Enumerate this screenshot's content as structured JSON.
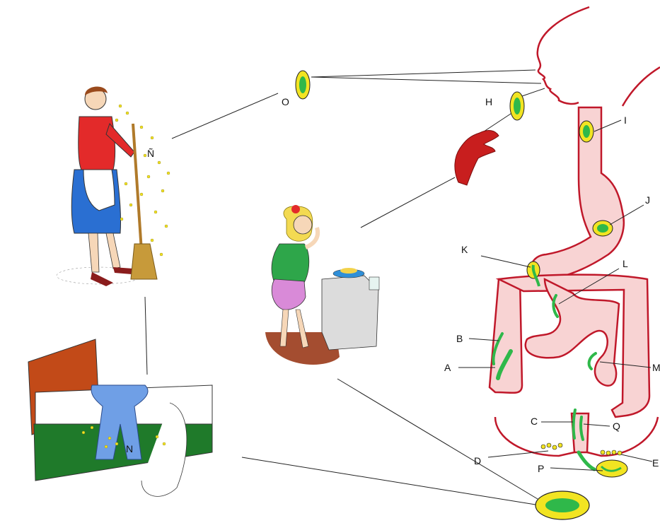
{
  "labels": {
    "A": "A",
    "B": "B",
    "C": "C",
    "D": "D",
    "E": "E",
    "H": "H",
    "I": "I",
    "J": "J",
    "K": "K",
    "L": "L",
    "M": "M",
    "N": "N",
    "N_tilde": "Ñ",
    "O": "O",
    "P": "P",
    "Q": "Q"
  },
  "colors": {
    "gut_outline": "#c0182a",
    "gut_fill": "#f8d3d3",
    "worm": "#2fb84a",
    "egg_shell": "#f2e422",
    "hand": "#c81e1e",
    "dress_red": "#e32a2a",
    "skirt_blue": "#2a6fd2",
    "bed_frame": "#c24a18",
    "bed_base": "#1f7a2a",
    "pajama": "#6f9fe6",
    "girl_shirt": "#2ea64a",
    "girl_shorts": "#d98ad8",
    "hair": "#f3da52",
    "floor": "#9a3a1a",
    "plate": "#2f8fd8"
  }
}
